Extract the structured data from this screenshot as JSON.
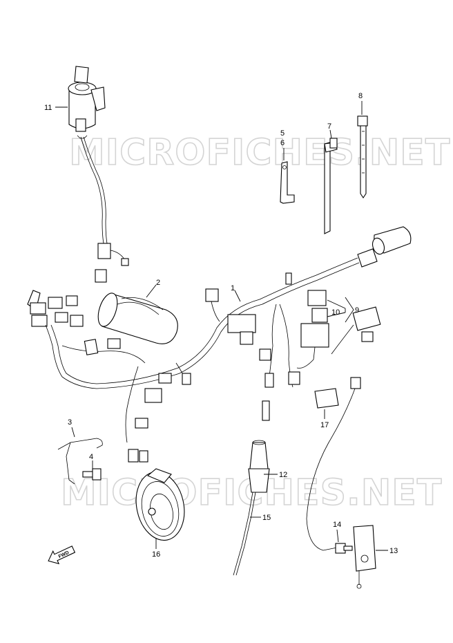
{
  "diagram": {
    "watermark_text": "MICROFICHES.NET",
    "direction_label": "FWD",
    "callouts": [
      "1",
      "2",
      "3",
      "4",
      "5",
      "6",
      "7",
      "8",
      "9",
      "10",
      "11",
      "12",
      "13",
      "14",
      "15",
      "16",
      "17"
    ]
  }
}
